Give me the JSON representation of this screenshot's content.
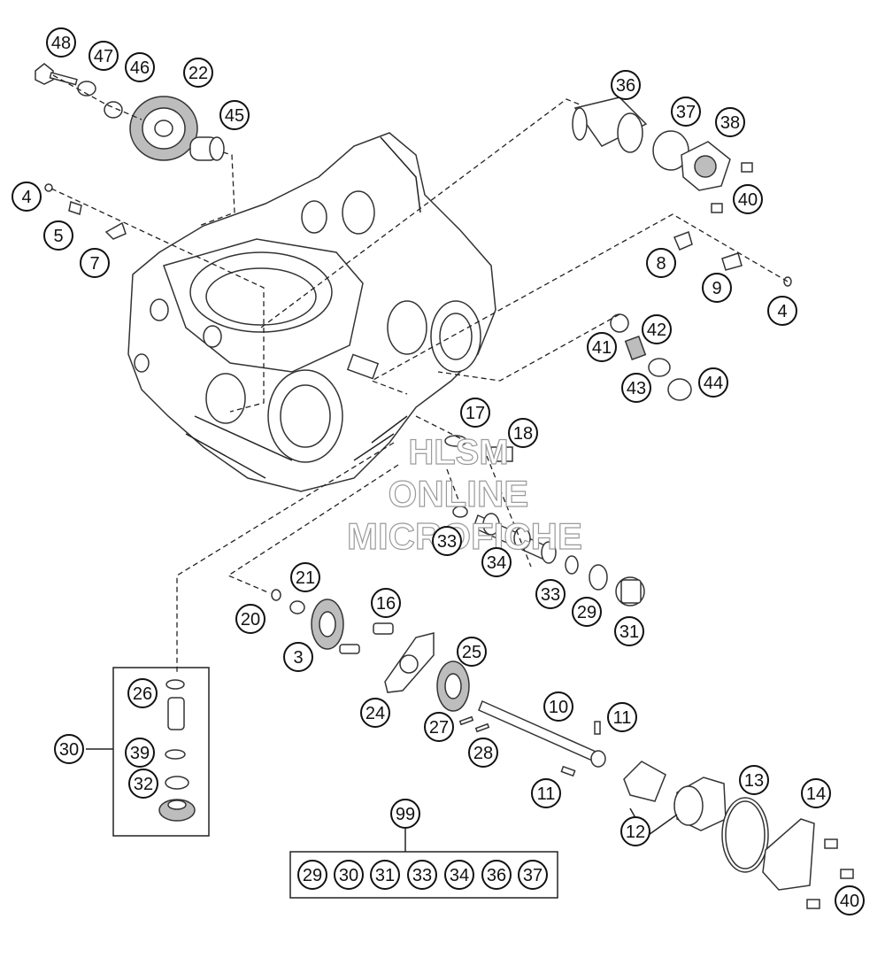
{
  "watermark": {
    "line1": "HLSM",
    "line2": "ONLINE",
    "line3": "MICROFICHE",
    "color": "#9a9a9a"
  },
  "callouts": [
    {
      "id": "c48",
      "label": "48"
    },
    {
      "id": "c47",
      "label": "47"
    },
    {
      "id": "c46",
      "label": "46"
    },
    {
      "id": "c22",
      "label": "22"
    },
    {
      "id": "c45",
      "label": "45"
    },
    {
      "id": "c4a",
      "label": "4"
    },
    {
      "id": "c5",
      "label": "5"
    },
    {
      "id": "c7",
      "label": "7"
    },
    {
      "id": "c36",
      "label": "36"
    },
    {
      "id": "c37",
      "label": "37"
    },
    {
      "id": "c38",
      "label": "38"
    },
    {
      "id": "c40a",
      "label": "40"
    },
    {
      "id": "c8",
      "label": "8"
    },
    {
      "id": "c9",
      "label": "9"
    },
    {
      "id": "c4b",
      "label": "4"
    },
    {
      "id": "c41",
      "label": "41"
    },
    {
      "id": "c42",
      "label": "42"
    },
    {
      "id": "c43",
      "label": "43"
    },
    {
      "id": "c44",
      "label": "44"
    },
    {
      "id": "c17",
      "label": "17"
    },
    {
      "id": "c18",
      "label": "18"
    },
    {
      "id": "c33a",
      "label": "33"
    },
    {
      "id": "c34",
      "label": "34"
    },
    {
      "id": "c33b",
      "label": "33"
    },
    {
      "id": "c29",
      "label": "29"
    },
    {
      "id": "c31",
      "label": "31"
    },
    {
      "id": "c21",
      "label": "21"
    },
    {
      "id": "c20",
      "label": "20"
    },
    {
      "id": "c16",
      "label": "16"
    },
    {
      "id": "c3",
      "label": "3"
    },
    {
      "id": "c25",
      "label": "25"
    },
    {
      "id": "c24",
      "label": "24"
    },
    {
      "id": "c10",
      "label": "10"
    },
    {
      "id": "c11a",
      "label": "11"
    },
    {
      "id": "c27",
      "label": "27"
    },
    {
      "id": "c28",
      "label": "28"
    },
    {
      "id": "c11b",
      "label": "11"
    },
    {
      "id": "c26",
      "label": "26"
    },
    {
      "id": "c30",
      "label": "30"
    },
    {
      "id": "c39",
      "label": "39"
    },
    {
      "id": "c32",
      "label": "32"
    },
    {
      "id": "c13",
      "label": "13"
    },
    {
      "id": "c14",
      "label": "14"
    },
    {
      "id": "c12",
      "label": "12"
    },
    {
      "id": "c40b",
      "label": "40"
    },
    {
      "id": "c99",
      "label": "99"
    }
  ],
  "kit_99": {
    "items": [
      {
        "label": "29"
      },
      {
        "label": "30"
      },
      {
        "label": "31"
      },
      {
        "label": "33"
      },
      {
        "label": "34"
      },
      {
        "label": "36"
      },
      {
        "label": "37"
      }
    ]
  }
}
